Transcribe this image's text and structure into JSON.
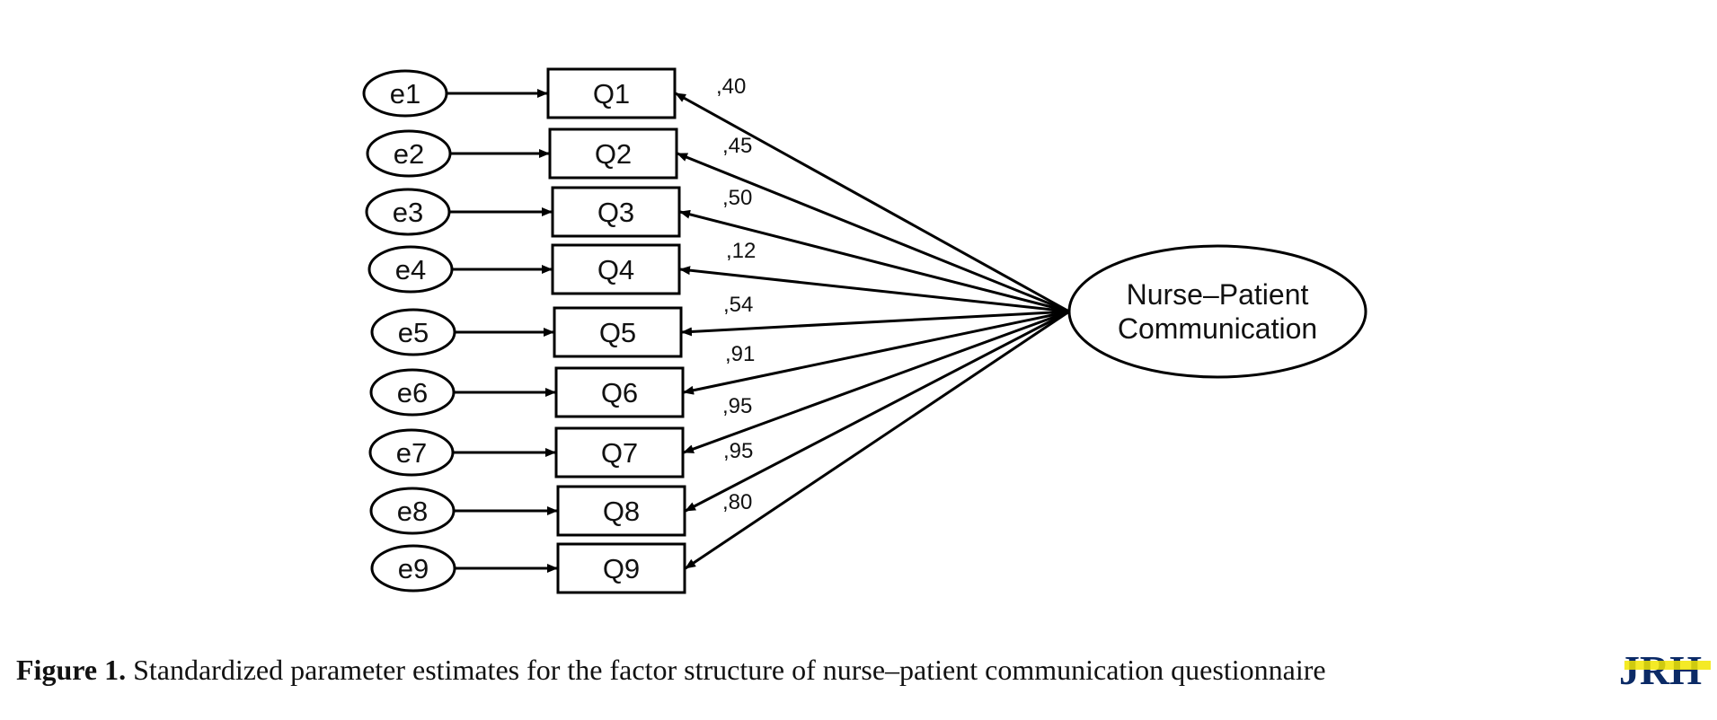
{
  "latent": {
    "line1": "Nurse–Patient",
    "line2": "Communication"
  },
  "items": [
    {
      "error": "e1",
      "label": "Q1",
      "loading": ",40"
    },
    {
      "error": "e2",
      "label": "Q2",
      "loading": ",45"
    },
    {
      "error": "e3",
      "label": "Q3",
      "loading": ",50"
    },
    {
      "error": "e4",
      "label": "Q4",
      "loading": ",12"
    },
    {
      "error": "e5",
      "label": "Q5",
      "loading": ",54"
    },
    {
      "error": "e6",
      "label": "Q6",
      "loading": ",91"
    },
    {
      "error": "e7",
      "label": "Q7",
      "loading": ",95"
    },
    {
      "error": "e8",
      "label": "Q8",
      "loading": ",95"
    },
    {
      "error": "e9",
      "label": "Q9",
      "loading": ",80"
    }
  ],
  "caption": {
    "label": "Figure 1.",
    "text": " Standardized parameter estimates for the factor structure of nurse–patient communication questionnaire"
  },
  "logo": {
    "text": "JRH",
    "colors": {
      "primary": "#0b2a66",
      "accent": "#f2e600"
    }
  }
}
